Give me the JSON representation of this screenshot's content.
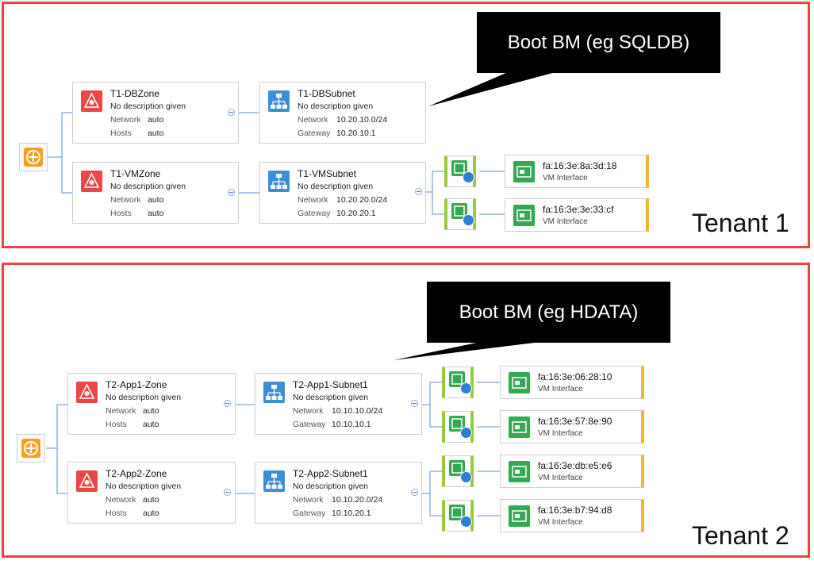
{
  "tenants": [
    {
      "label": "Tenant 1",
      "callout": "Boot BM (eg SQLDB)",
      "zones": [
        {
          "title": "T1-DBZone",
          "description": "No description given",
          "network_key": "Network",
          "network": "auto",
          "hosts_key": "Hosts",
          "hosts": "auto"
        },
        {
          "title": "T1-VMZone",
          "description": "No description given",
          "network_key": "Network",
          "network": "auto",
          "hosts_key": "Hosts",
          "hosts": "auto"
        }
      ],
      "subnets": [
        {
          "title": "T1-DBSubnet",
          "description": "No description given",
          "network_key": "Network",
          "network": "10.20.10.0/24",
          "gateway_key": "Gateway",
          "gateway": "10.20.10.1"
        },
        {
          "title": "T1-VMSubnet",
          "description": "No description given",
          "network_key": "Network",
          "network": "10.20.20.0/24",
          "gateway_key": "Gateway",
          "gateway": "10.20.20.1"
        }
      ],
      "vm_interfaces": [
        {
          "mac": "fa:16:3e:8a:3d:18",
          "type": "VM Interface"
        },
        {
          "mac": "fa:16:3e:3e:33:cf",
          "type": "VM Interface"
        }
      ]
    },
    {
      "label": "Tenant 2",
      "callout": "Boot BM (eg HDATA)",
      "zones": [
        {
          "title": "T2-App1-Zone",
          "description": "No description given",
          "network_key": "Network",
          "network": "auto",
          "hosts_key": "Hosts",
          "hosts": "auto"
        },
        {
          "title": "T2-App2-Zone",
          "description": "No description given",
          "network_key": "Network",
          "network": "auto",
          "hosts_key": "Hosts",
          "hosts": "auto"
        }
      ],
      "subnets": [
        {
          "title": "T2-App1-Subnet1",
          "description": "No description given",
          "network_key": "Network",
          "network": "10.10.10.0/24",
          "gateway_key": "Gateway",
          "gateway": "10.10.10.1"
        },
        {
          "title": "T2-App2-Subnet1",
          "description": "No description given",
          "network_key": "Network",
          "network": "10.10.20.0/24",
          "gateway_key": "Gateway",
          "gateway": "10.10.20.1"
        }
      ],
      "vm_interfaces": [
        {
          "mac": "fa:16:3e:06:28:10",
          "type": "VM Interface"
        },
        {
          "mac": "fa:16:3e:57:8e:90",
          "type": "VM Interface"
        },
        {
          "mac": "fa:16:3e:db:e5:e6",
          "type": "VM Interface"
        },
        {
          "mac": "fa:16:3e:b7:94:d8",
          "type": "VM Interface"
        }
      ]
    }
  ],
  "colors": {
    "tenant_border": "#f04040",
    "zone_icon": "#e84848",
    "subnet_icon": "#3d8ed8",
    "router": "#f4a11d",
    "vport": "#35a853",
    "vport_edge": "#98c93c",
    "vmi_edge": "#f5b335",
    "connector": "#5b8fd6"
  },
  "icons": {
    "router": "router-icon",
    "zone": "zone-icon",
    "subnet": "subnet-icon",
    "vport": "vport-icon",
    "vm_interface": "nic-icon"
  }
}
